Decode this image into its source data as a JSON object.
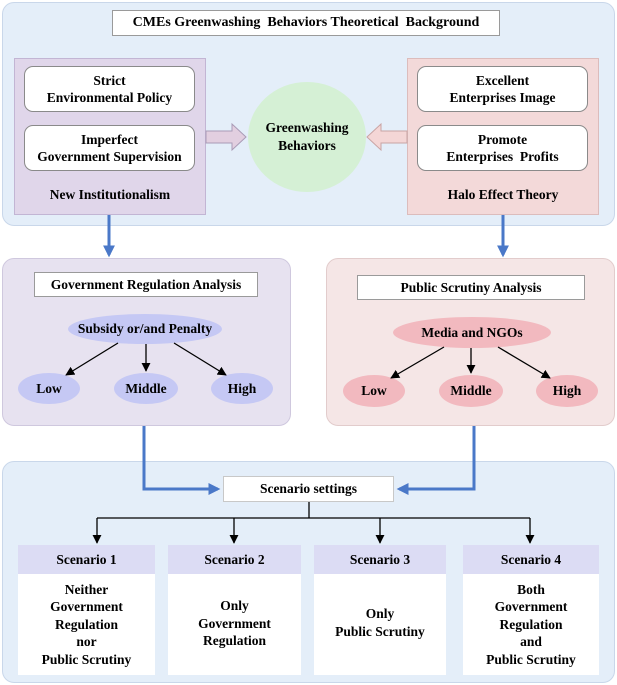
{
  "top_panel": {
    "title": "CMEs Greenwashing  Behaviors Theoretical  Background",
    "left": {
      "item1": [
        "Strict",
        "Environmental Policy"
      ],
      "item2": [
        "Imperfect",
        "Government Supervision"
      ],
      "caption": "New Institutionalism"
    },
    "center": [
      "Greenwashing",
      "Behaviors"
    ],
    "right": {
      "item1": [
        "Excellent",
        "Enterprises Image"
      ],
      "item2": [
        "Promote",
        "Enterprises  Profits"
      ],
      "caption": "Halo Effect Theory"
    }
  },
  "government_panel": {
    "title": "Government Regulation Analysis",
    "root": "Subsidy or/and Penalty",
    "levels": [
      "Low",
      "Middle",
      "High"
    ]
  },
  "public_panel": {
    "title": "Public Scrutiny Analysis",
    "root": "Media and NGOs",
    "levels": [
      "Low",
      "Middle",
      "High"
    ]
  },
  "scenario_panel": {
    "title": "Scenario settings",
    "scenarios": [
      {
        "name": "Scenario 1",
        "lines": [
          "Neither",
          "Government",
          "Regulation",
          "nor",
          "Public Scrutiny"
        ]
      },
      {
        "name": "Scenario 2",
        "lines": [
          "Only",
          "Government",
          "Regulation"
        ]
      },
      {
        "name": "Scenario 3",
        "lines": [
          "Only",
          "Public Scrutiny"
        ]
      },
      {
        "name": "Scenario 4",
        "lines": [
          "Both",
          "Government",
          "Regulation",
          "and",
          "Public Scrutiny"
        ]
      }
    ]
  },
  "colors": {
    "blue_panel": "#e4eef9",
    "purple_panel": "#e2daeb",
    "pink_panel": "#f4dcdc",
    "green_circle": "#d5f0d5",
    "blue_ellipse": "#c5c8f4",
    "pink_ellipse": "#f2b9bf",
    "arrow_blue": "#4a78c8",
    "scenario_head": "#dcdcf4"
  }
}
